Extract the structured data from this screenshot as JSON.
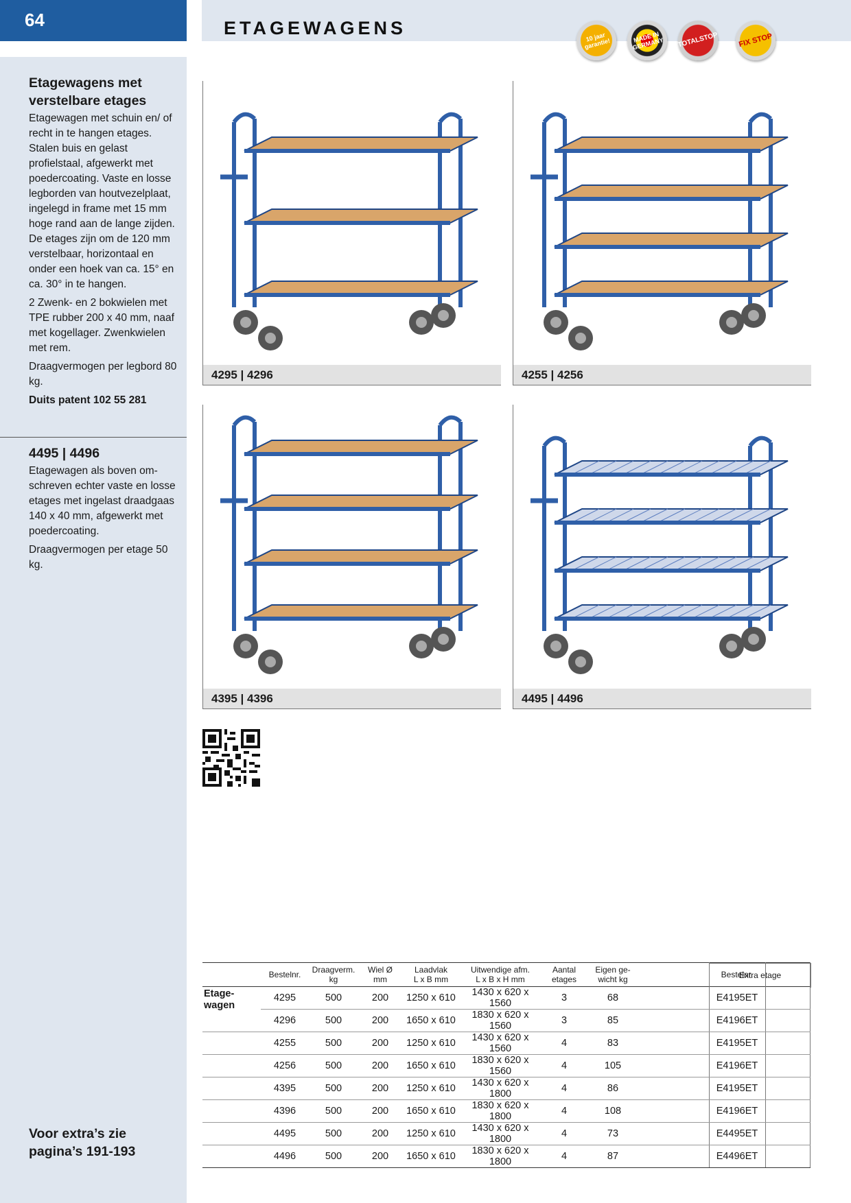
{
  "page": {
    "number": "64",
    "title": "ETAGEWAGENS"
  },
  "badges": [
    {
      "name": "warranty-badge",
      "text": "10 jaar garantie!"
    },
    {
      "name": "made-in-germany-badge",
      "text": "MADE IN GERMANY"
    },
    {
      "name": "totalstop-badge",
      "text": "TOTALSTOP"
    },
    {
      "name": "fixstop-badge",
      "text": "FIX STOP"
    }
  ],
  "sidebar": {
    "heading1": "Etagewagens met verstelbare etages",
    "para1": "Etagewagen met schuin en/ of recht in te hangen etages. Stalen buis en gelast profielstaal, afgewerkt met poedercoating. Vaste en losse legborden van houtvezelplaat, ingelegd in frame met 15 mm hoge rand aan de lange zijden. De etages zijn om de 120 mm verstelbaar, horizontaal en onder een hoek van ca. 15° en ca. 30° in te hangen.",
    "para2": "2 Zwenk- en 2 bokwielen met TPE rubber 200 x 40 mm, naaf met kogellager. Zwenkwielen met rem.",
    "para3": "Draagvermogen per legbord 80 kg.",
    "para4": "Duits patent 102 55 281",
    "heading2": "4495 | 4496",
    "para5": "Etagewagen als boven om-schreven echter vaste en losse etages met ingelast draadgaas 140 x 40 mm, afgewerkt met poedercoating.",
    "para6": "Draagvermogen per etage 50 kg.",
    "footer": "Voor extra’s zie pagina’s 191-193"
  },
  "images": [
    {
      "caption": "4295 | 4296",
      "shelves": 3,
      "type": "wood"
    },
    {
      "caption": "4255 | 4256",
      "shelves": 4,
      "type": "wood"
    },
    {
      "caption": "4395 | 4396",
      "shelves": 4,
      "type": "wood"
    },
    {
      "caption": "4495 | 4496",
      "shelves": 4,
      "type": "wire"
    }
  ],
  "table": {
    "extra_header": "Extra etage",
    "headers": {
      "bestelnr": "Bestelnr.",
      "draag": "Draagverm.",
      "draag_unit": "kg",
      "wiel": "Wiel Ø",
      "wiel_unit": "mm",
      "laad": "Laadvlak",
      "laad_unit": "L x B mm",
      "uitw": "Uitwendige afm.",
      "uitw_unit": "L x B x H mm",
      "aantal": "Aantal",
      "aantal_unit": "etages",
      "eigen": "Eigen ge-",
      "eigen_unit": "wicht kg",
      "extra_bestelnr": "Bestelnr."
    },
    "group_label": "Etage-wagen",
    "rows": [
      {
        "nr": "4295",
        "draag": "500",
        "wiel": "200",
        "laad": "1250 x 610",
        "uitw": "1430 x 620 x 1560",
        "aantal": "3",
        "eigen": "68",
        "extra": "E4195ET"
      },
      {
        "nr": "4296",
        "draag": "500",
        "wiel": "200",
        "laad": "1650 x 610",
        "uitw": "1830 x 620 x 1560",
        "aantal": "3",
        "eigen": "85",
        "extra": "E4196ET"
      },
      {
        "nr": "4255",
        "draag": "500",
        "wiel": "200",
        "laad": "1250 x 610",
        "uitw": "1430 x 620 x 1560",
        "aantal": "4",
        "eigen": "83",
        "extra": "E4195ET"
      },
      {
        "nr": "4256",
        "draag": "500",
        "wiel": "200",
        "laad": "1650 x 610",
        "uitw": "1830 x 620 x 1560",
        "aantal": "4",
        "eigen": "105",
        "extra": "E4196ET"
      },
      {
        "nr": "4395",
        "draag": "500",
        "wiel": "200",
        "laad": "1250 x 610",
        "uitw": "1430 x 620 x 1800",
        "aantal": "4",
        "eigen": "86",
        "extra": "E4195ET"
      },
      {
        "nr": "4396",
        "draag": "500",
        "wiel": "200",
        "laad": "1650 x 610",
        "uitw": "1830 x 620 x 1800",
        "aantal": "4",
        "eigen": "108",
        "extra": "E4196ET"
      },
      {
        "nr": "4495",
        "draag": "500",
        "wiel": "200",
        "laad": "1250 x 610",
        "uitw": "1430 x 620 x 1800",
        "aantal": "4",
        "eigen": "73",
        "extra": "E4495ET"
      },
      {
        "nr": "4496",
        "draag": "500",
        "wiel": "200",
        "laad": "1650 x 610",
        "uitw": "1830 x 620 x 1800",
        "aantal": "4",
        "eigen": "87",
        "extra": "E4496ET"
      }
    ]
  }
}
